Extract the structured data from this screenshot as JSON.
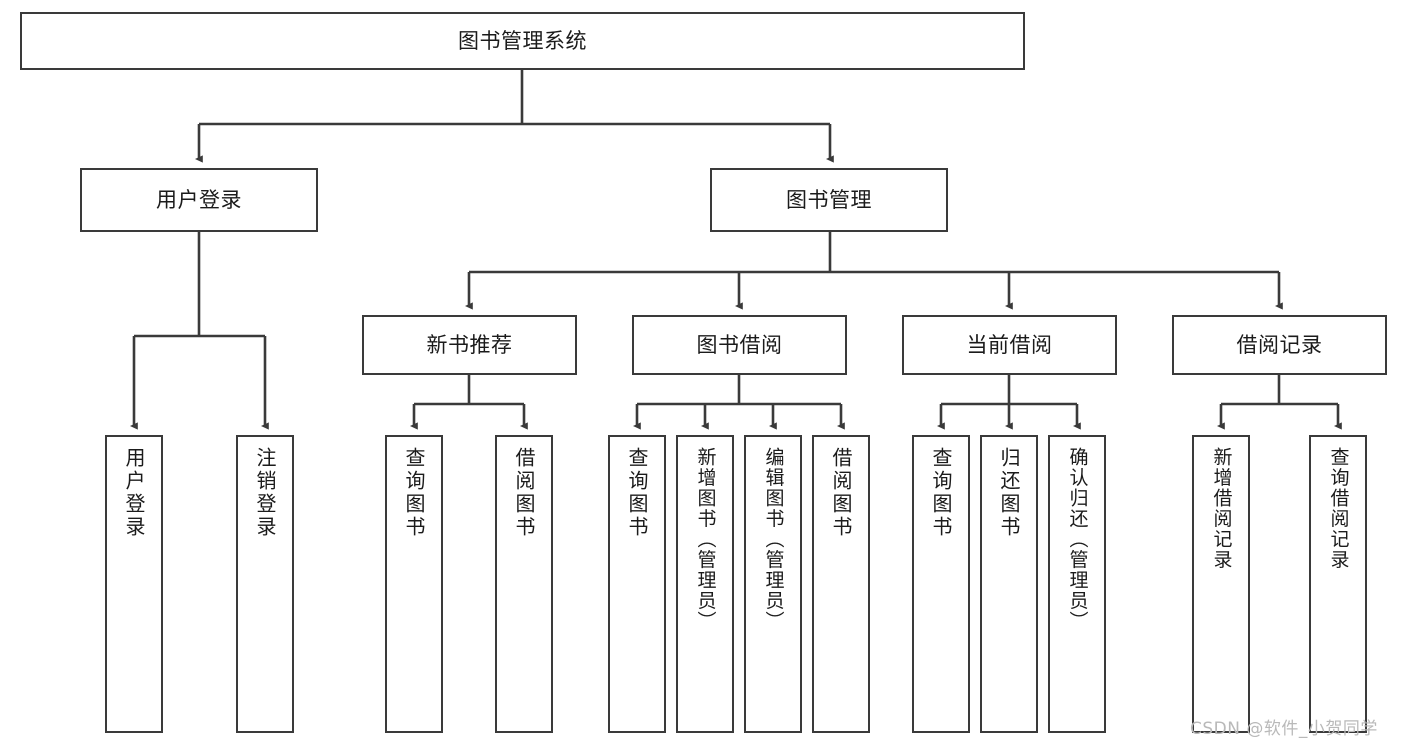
{
  "diagram": {
    "title": "图书管理系统",
    "watermark": "CSDN @软件_小贺同学",
    "line_color": "#3a3a3a",
    "box_fill": "#ffffff",
    "text_color": "#1b1b1b",
    "watermark_color": "#b9b9b9",
    "type": "tree-hierarchy",
    "levels": 4,
    "nodes": {
      "root": {
        "label": "图书管理系统"
      },
      "level2": [
        {
          "id": "user-login",
          "label": "用户登录"
        },
        {
          "id": "book-management",
          "label": "图书管理"
        }
      ],
      "level3": [
        {
          "id": "new-book-recommend",
          "label": "新书推荐",
          "parent": "book-management"
        },
        {
          "id": "book-borrow",
          "label": "图书借阅",
          "parent": "book-management"
        },
        {
          "id": "current-borrow",
          "label": "当前借阅",
          "parent": "book-management"
        },
        {
          "id": "borrow-record",
          "label": "借阅记录",
          "parent": "book-management"
        }
      ],
      "leaves": {
        "user_login": [
          {
            "id": "leaf-user-login",
            "label": "用户登录"
          },
          {
            "id": "leaf-logout",
            "label": "注销登录"
          }
        ],
        "new_book_recommend": [
          {
            "id": "leaf-query-book-1",
            "label": "查询图书"
          },
          {
            "id": "leaf-borrow-book-1",
            "label": "借阅图书"
          }
        ],
        "book_borrow": [
          {
            "id": "leaf-query-book-2",
            "label": "查询图书"
          },
          {
            "id": "leaf-add-book",
            "label": "新增图书（管理员）"
          },
          {
            "id": "leaf-edit-book",
            "label": "编辑图书（管理员）"
          },
          {
            "id": "leaf-borrow-book-2",
            "label": "借阅图书"
          }
        ],
        "current_borrow": [
          {
            "id": "leaf-query-book-3",
            "label": "查询图书"
          },
          {
            "id": "leaf-return-book",
            "label": "归还图书"
          },
          {
            "id": "leaf-confirm-return",
            "label": "确认归还（管理员）"
          }
        ],
        "borrow_record": [
          {
            "id": "leaf-add-record",
            "label": "新增借阅记录"
          },
          {
            "id": "leaf-query-record",
            "label": "查询借阅记录"
          }
        ]
      }
    }
  }
}
